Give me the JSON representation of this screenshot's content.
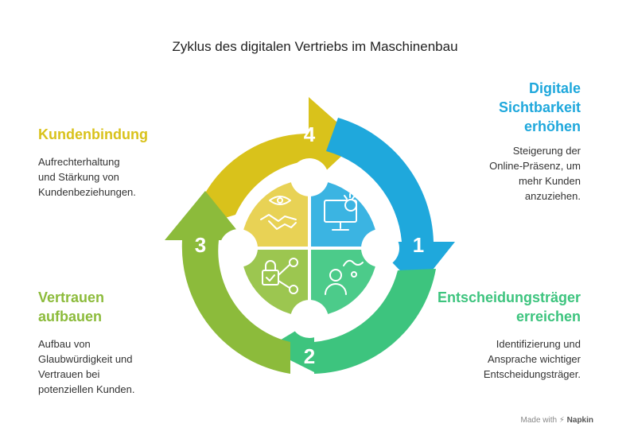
{
  "title": "Zyklus des digitalen Vertriebs im Maschinenbau",
  "steps": [
    {
      "number": "1",
      "title_lines": [
        "Digitale",
        "Sichtbarkeit",
        "erhöhen"
      ],
      "description_lines": [
        "Steigerung der",
        "Online-Präsenz, um",
        "mehr Kunden",
        "anzuziehen."
      ],
      "color": "#1fa8dc",
      "icon": "monitor-icon"
    },
    {
      "number": "2",
      "title_lines": [
        "Entscheidungsträger",
        "erreichen"
      ],
      "description_lines": [
        "Identifizierung und",
        "Ansprache wichtiger",
        "Entscheidungsträger."
      ],
      "color": "#3dc47e",
      "icon": "person-connection-icon"
    },
    {
      "number": "3",
      "title_lines": [
        "Vertrauen",
        "aufbauen"
      ],
      "description_lines": [
        "Aufbau von",
        "Glaubwürdigkeit und",
        "Vertrauen bei",
        "potenziellen Kunden."
      ],
      "color": "#8cbb3b",
      "icon": "lock-network-icon"
    },
    {
      "number": "4",
      "title_lines": [
        "Kundenbindung"
      ],
      "description_lines": [
        "Aufrechterhaltung",
        "und Stärkung von",
        "Kundenbeziehungen."
      ],
      "color": "#d9c21b",
      "icon": "handshake-eye-icon"
    }
  ],
  "footer": {
    "made_with": "Made with",
    "brand": "Napkin"
  }
}
